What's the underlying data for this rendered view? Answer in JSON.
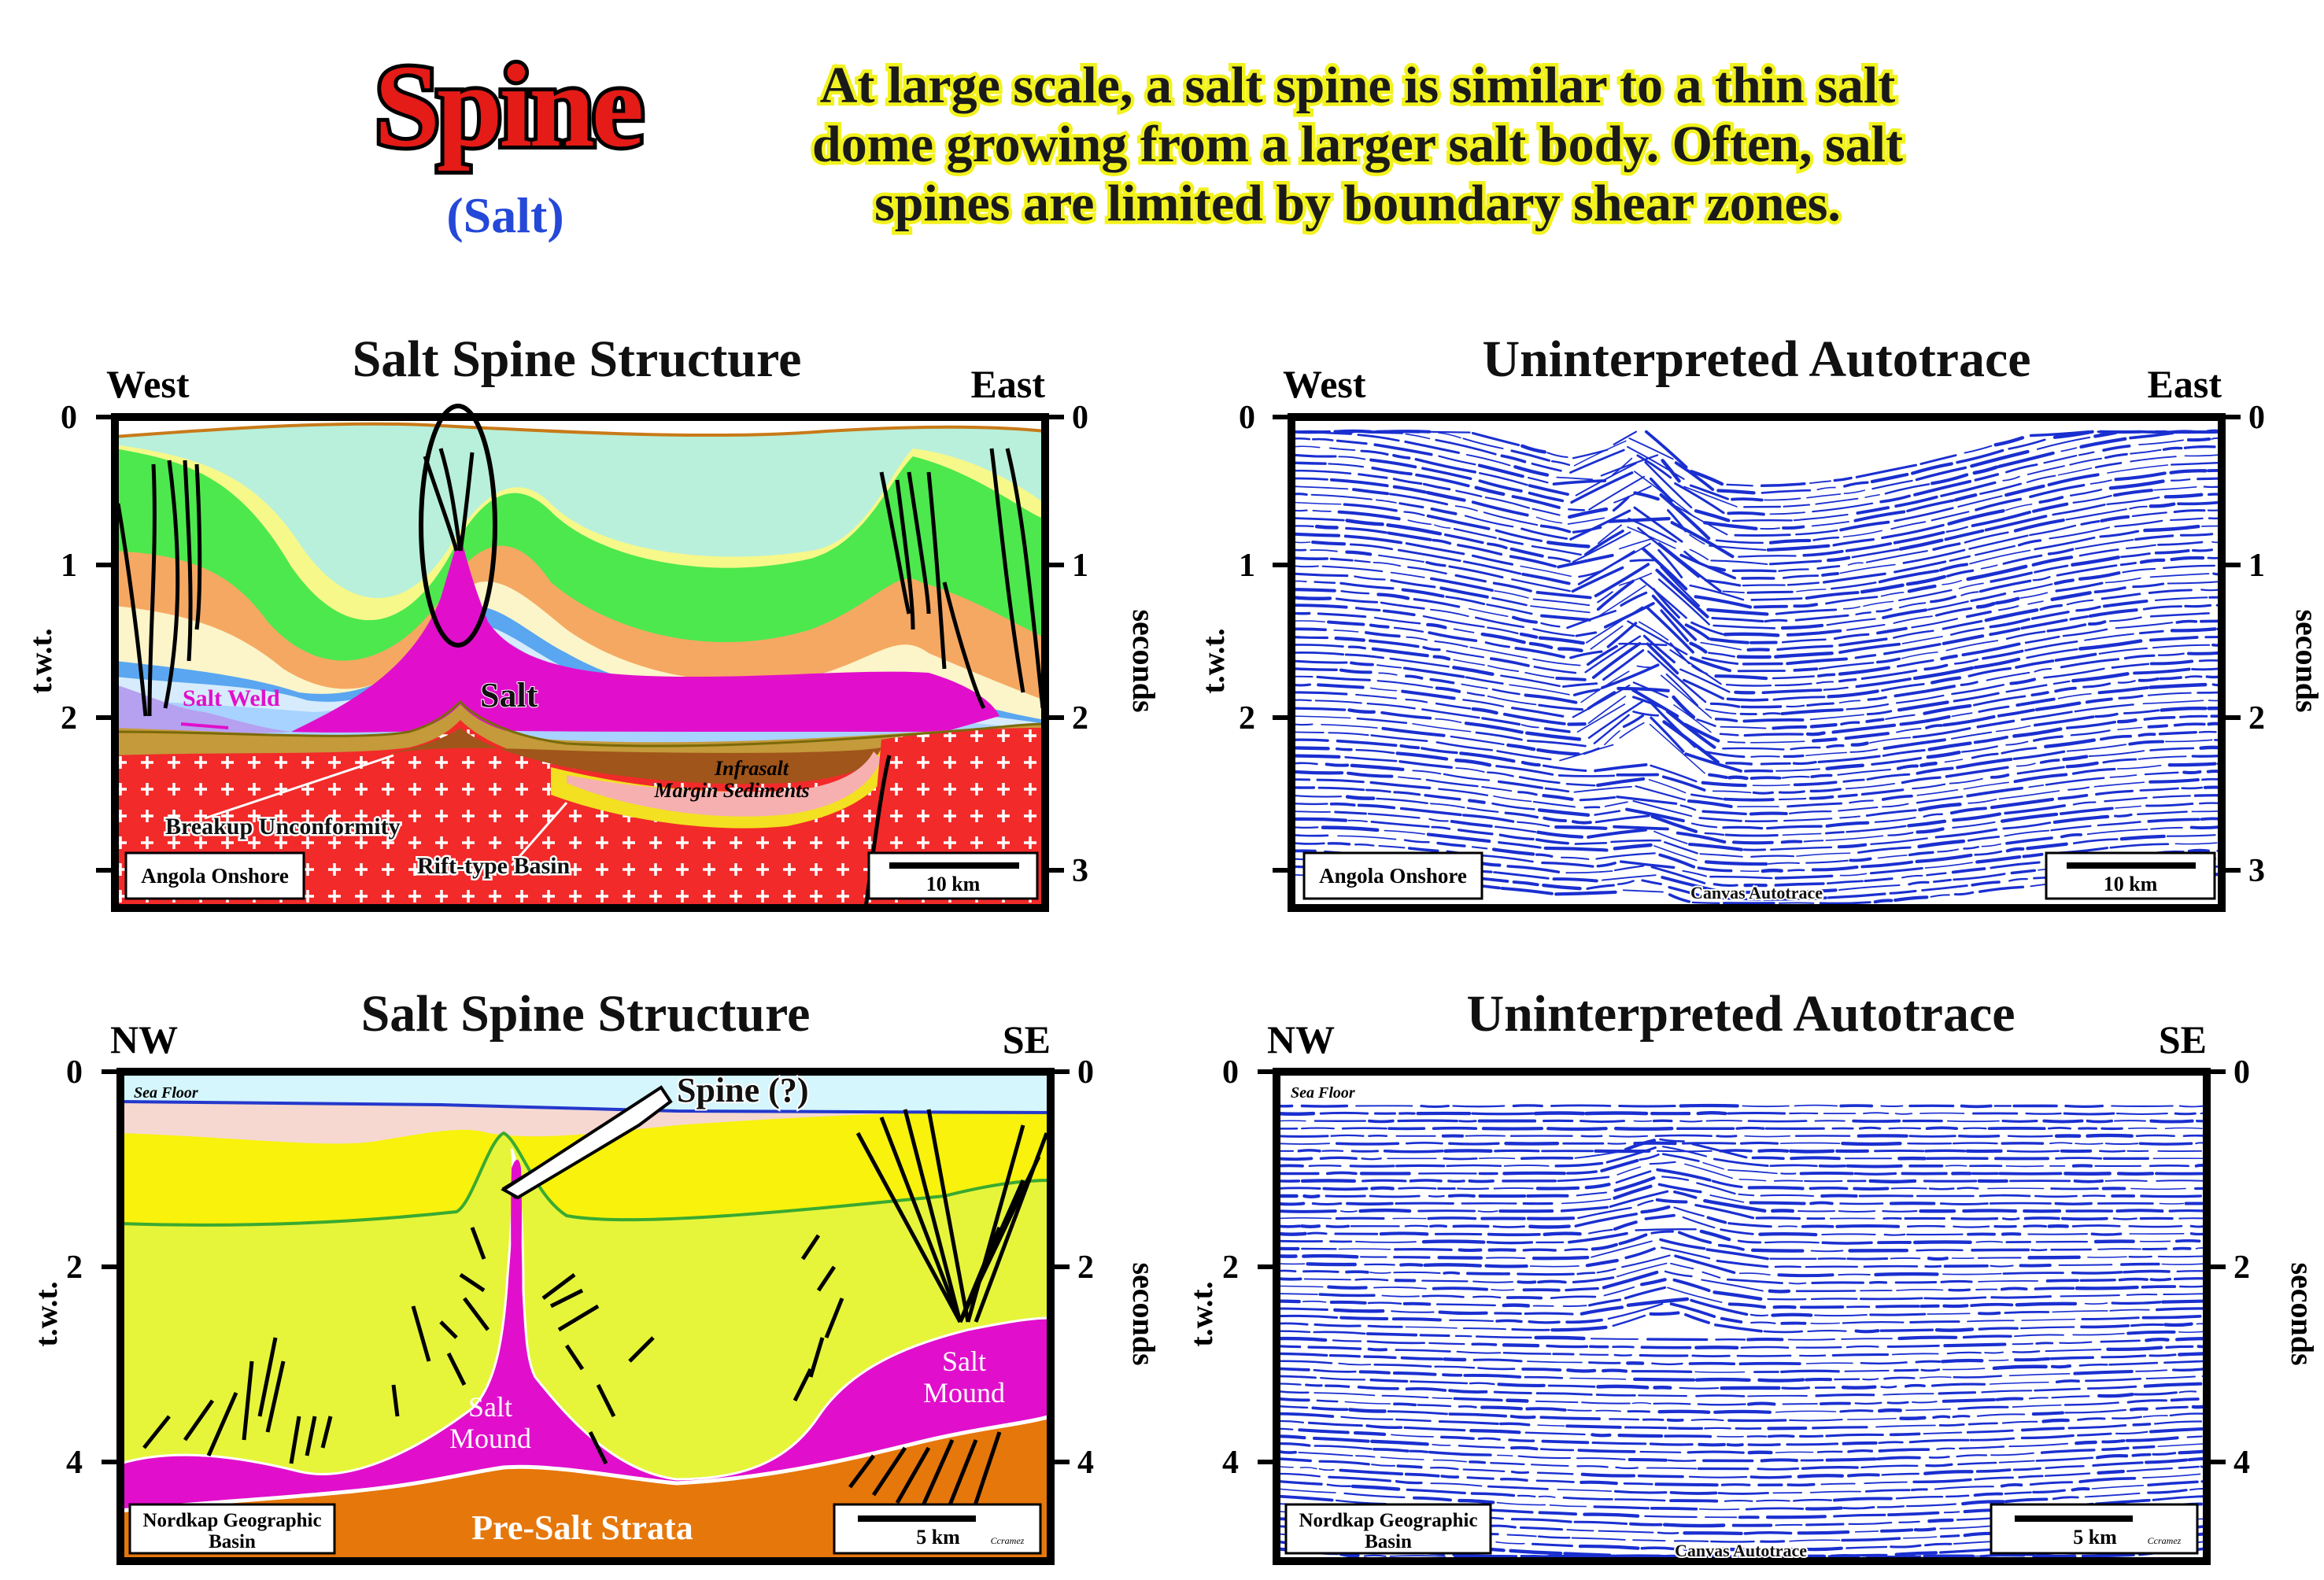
{
  "header": {
    "title": "Spine",
    "subtitle": "(Salt)",
    "caption_lines": [
      "At large scale, a salt spine is similar to a thin salt",
      "dome growing from a larger salt body. Often, salt",
      "spines are  limited by boundary shear zones."
    ]
  },
  "colors": {
    "title_red": "#e41b17",
    "subtitle_blue": "#2448d8",
    "caption_yellow": "#f2f21e",
    "salt_magenta": "#e10fcc",
    "basement_red": "#f22a2a",
    "trace_blue": "#1a2fd0"
  },
  "panels": {
    "top_left": {
      "title": "Salt Spine Structure",
      "left_dir": "West",
      "right_dir": "East",
      "axis_left_label": "t.w.t.",
      "axis_right_label": "seconds",
      "ticks": [
        "0",
        "1",
        "2",
        "3"
      ],
      "labels": {
        "salt_weld": "Salt Weld",
        "salt": "Salt",
        "infrasalt": "Infrasalt",
        "margin_sediments": "Margin Sediments",
        "breakup": "Breakup Unconformity",
        "rift_basin": "Rift-type Basin",
        "location": "Angola Onshore",
        "scale": "10 km"
      }
    },
    "top_right": {
      "title": "Uninterpreted Autotrace",
      "left_dir": "West",
      "right_dir": "East",
      "axis_left_label": "t.w.t.",
      "axis_right_label": "seconds",
      "ticks": [
        "0",
        "1",
        "2",
        "3"
      ],
      "labels": {
        "location": "Angola Onshore",
        "scale": "10 km",
        "credit": "Canvas Autotrace"
      }
    },
    "bottom_left": {
      "title": "Salt Spine Structure",
      "left_dir": "NW",
      "right_dir": "SE",
      "axis_left_label": "t.w.t.",
      "axis_right_label": "seconds",
      "ticks": [
        "0",
        "2",
        "4"
      ],
      "labels": {
        "sea_floor": "Sea Floor",
        "spine": "Spine (?)",
        "salt_mound_1a": "Salt",
        "salt_mound_1b": "Mound",
        "salt_mound_2a": "Salt",
        "salt_mound_2b": "Mound",
        "pre_salt": "Pre-Salt Strata",
        "location_a": "Nordkap Geographic",
        "location_b": "Basin",
        "scale": "5 km",
        "author": "Ccramez"
      }
    },
    "bottom_right": {
      "title": "Uninterpreted Autotrace",
      "left_dir": "NW",
      "right_dir": "SE",
      "axis_left_label": "t.w.t.",
      "axis_right_label": "seconds",
      "ticks": [
        "0",
        "2",
        "4"
      ],
      "labels": {
        "sea_floor": "Sea Floor",
        "location_a": "Nordkap Geographic",
        "location_b": "Basin",
        "scale": "5 km",
        "author": "Ccramez",
        "credit": "Canvas Autotrace"
      }
    }
  }
}
